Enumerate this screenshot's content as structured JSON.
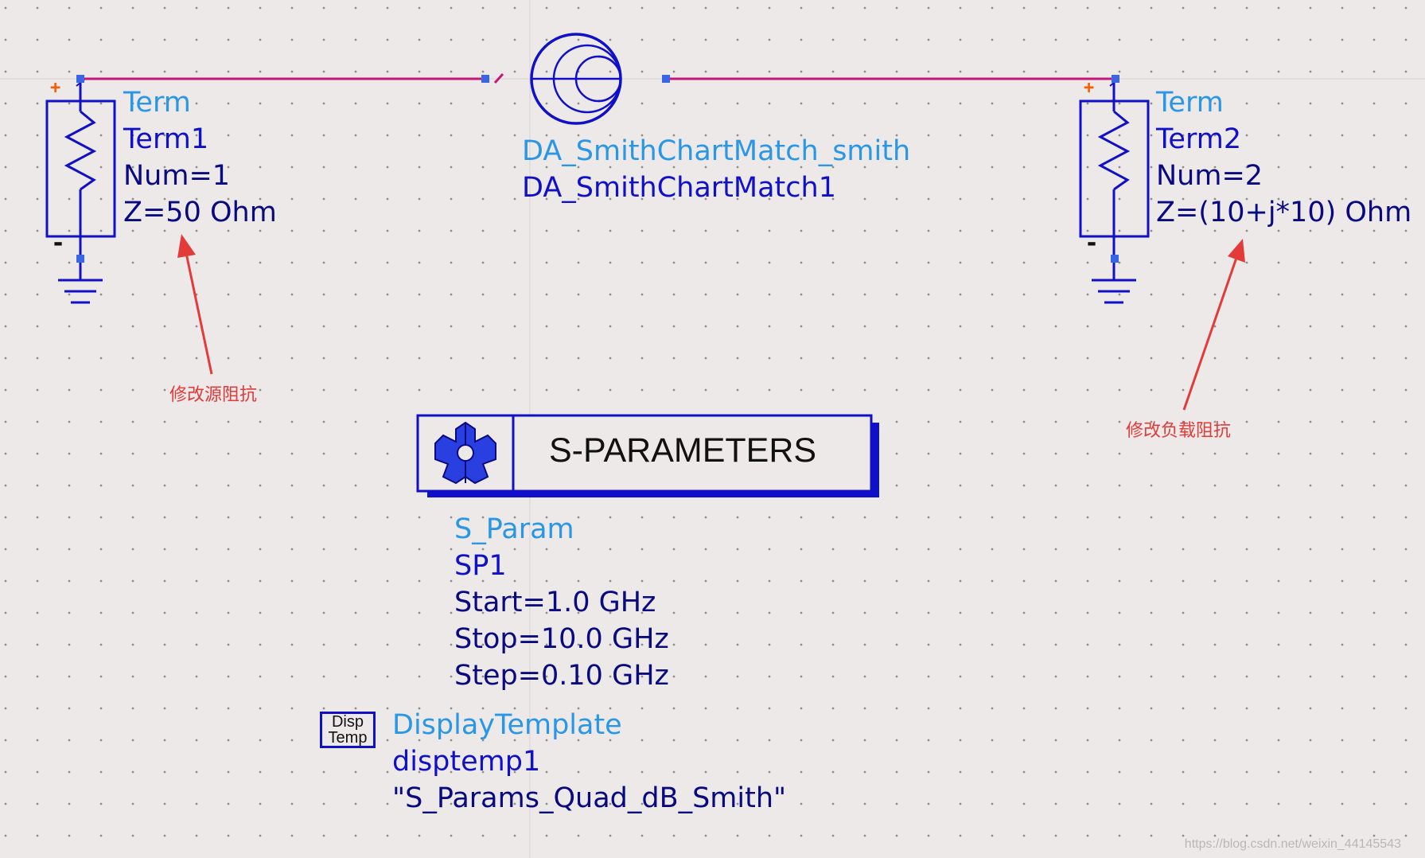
{
  "term1": {
    "type": "Term",
    "instance": "Term1",
    "num": "Num=1",
    "z": "Z=50 Ohm"
  },
  "term2": {
    "type": "Term",
    "instance": "Term2",
    "num": "Num=2",
    "z": "Z=(10+j*10) Ohm"
  },
  "smith": {
    "type": "DA_SmithChartMatch_smith",
    "instance": "DA_SmithChartMatch1"
  },
  "sparam": {
    "banner": "S-PARAMETERS",
    "type": "S_Param",
    "instance": "SP1",
    "start": "Start=1.0 GHz",
    "stop": "Stop=10.0 GHz",
    "step": "Step=0.10 GHz"
  },
  "disp": {
    "icon_line1": "Disp",
    "icon_line2": "Temp",
    "type": "DisplayTemplate",
    "instance": "disptemp1",
    "value": "\"S_Params_Quad_dB_Smith\""
  },
  "annotations": {
    "source": "修改源阻抗",
    "load": "修改负载阻抗"
  },
  "pins": {
    "plus": "+",
    "minus": "-"
  },
  "watermark": "https://blog.csdn.net/weixin_44145543",
  "colors": {
    "background": "#ede9e8",
    "wire": "#c8157a",
    "component": "#1010c8",
    "type_label": "#2a97e6",
    "param_label": "#0a0a80",
    "annotation": "#e33a3a",
    "pin_plus": "#ff5a00"
  },
  "icons": [
    "resistor-icon",
    "ground-icon",
    "smith-chart-icon",
    "gear-icon",
    "arrow-icon"
  ]
}
